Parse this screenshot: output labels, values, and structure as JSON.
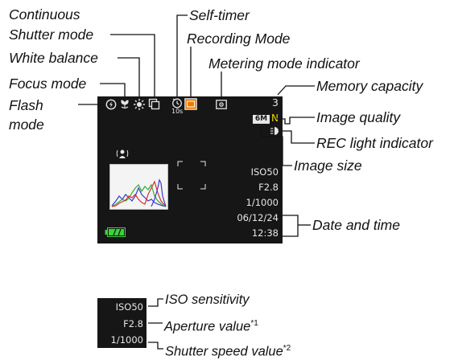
{
  "labels": {
    "continuous_line1": "Continuous",
    "continuous_line2": "Shutter mode",
    "self_timer": "Self-timer",
    "recording_mode": "Recording Mode",
    "white_balance": "White balance",
    "metering_mode": "Metering mode indicator",
    "focus_mode": "Focus mode",
    "memory_capacity": "Memory capacity",
    "flash_line1": "Flash",
    "flash_line2": "mode",
    "image_quality": "Image quality",
    "rec_light": "REC light indicator",
    "image_size": "Image size",
    "date_time": "Date and time",
    "iso_sensitivity": "ISO sensitivity",
    "aperture_value": "Aperture value",
    "aperture_note": "*1",
    "shutter_speed_value": "Shutter speed value",
    "shutter_note": "*2"
  },
  "screen": {
    "memory_count": "3",
    "timer_text": "10s",
    "size_badge": "6M",
    "quality_badge": "N",
    "iso": "ISO50",
    "aperture": "F2.8",
    "shutter": "1/1000",
    "date": "06/12/24",
    "time": "12:38"
  },
  "mini_screen": {
    "iso": "ISO50",
    "aperture": "F2.8",
    "shutter": "1/1000"
  },
  "colors": {
    "screen_bg": "#161616",
    "recording_mode_orange": "#f07800",
    "battery_green": "#3cd23c",
    "quality_yellow": "#e8d800"
  },
  "icons": [
    "flash-icon",
    "focus-macro-icon",
    "white-balance-sun-icon",
    "continuous-shutter-icon",
    "self-timer-icon",
    "recording-mode-icon",
    "metering-icon",
    "rec-light-icon",
    "face-detect-icon",
    "histogram-icon",
    "battery-icon"
  ]
}
